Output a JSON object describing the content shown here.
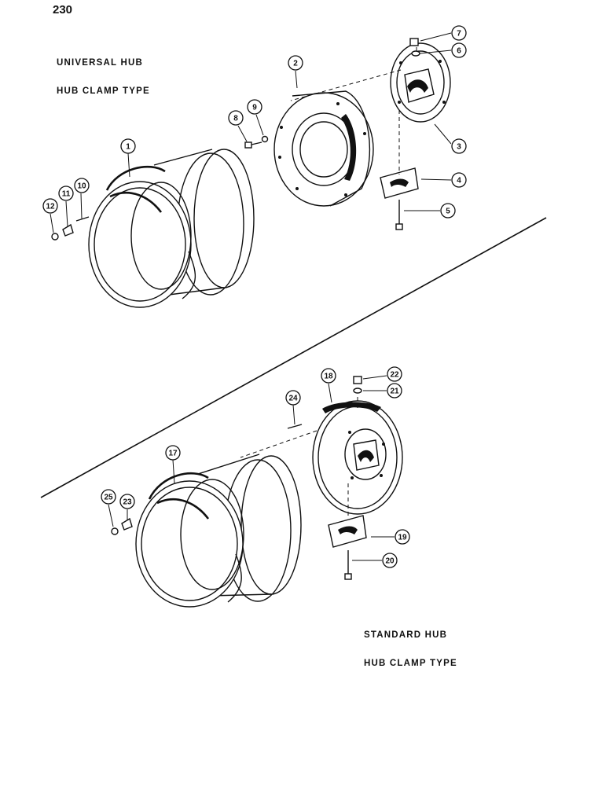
{
  "page_number": "230",
  "upper_assembly": {
    "caption_line1": "UNIVERSAL HUB",
    "caption_line2": "HUB CLAMP TYPE"
  },
  "lower_assembly": {
    "caption_line1": "STANDARD HUB",
    "caption_line2": "HUB CLAMP TYPE"
  },
  "callouts": {
    "c1": "1",
    "c2": "2",
    "c3": "3",
    "c4": "4",
    "c5": "5",
    "c6": "6",
    "c7": "7",
    "c8": "8",
    "c9": "9",
    "c10": "10",
    "c11": "11",
    "c12": "12",
    "c17": "17",
    "c18": "18",
    "c19": "19",
    "c20": "20",
    "c21": "21",
    "c22": "22",
    "c23": "23",
    "c24": "24",
    "c25": "25"
  }
}
